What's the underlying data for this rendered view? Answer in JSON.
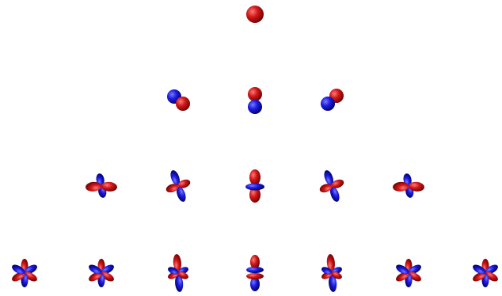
{
  "colors": {
    "positive": "#d01818",
    "positive_light": "#ff6a6a",
    "positive_dark": "#7a0000",
    "negative": "#1c1ce0",
    "negative_light": "#6f6fff",
    "negative_dark": "#00007a",
    "background": "#ffffff"
  },
  "rows": [
    {
      "l": 0,
      "orbitals": [
        {
          "m": 0,
          "shape": "sphere"
        }
      ]
    },
    {
      "l": 1,
      "orbitals": [
        {
          "m": -1,
          "shape": "p-diag-left"
        },
        {
          "m": 0,
          "shape": "p-vertical"
        },
        {
          "m": 1,
          "shape": "p-diag-right"
        }
      ]
    },
    {
      "l": 2,
      "orbitals": [
        {
          "m": -2,
          "shape": "d-horizontal"
        },
        {
          "m": -1,
          "shape": "d-tilted"
        },
        {
          "m": 0,
          "shape": "dz2"
        },
        {
          "m": 1,
          "shape": "d-tilted"
        },
        {
          "m": 2,
          "shape": "d-horizontal"
        }
      ]
    },
    {
      "l": 3,
      "orbitals": [
        {
          "m": -3,
          "shape": "f-star"
        },
        {
          "m": -2,
          "shape": "f-star"
        },
        {
          "m": -1,
          "shape": "f-tall"
        },
        {
          "m": 0,
          "shape": "fz3"
        },
        {
          "m": 1,
          "shape": "f-tall"
        },
        {
          "m": 2,
          "shape": "f-star"
        },
        {
          "m": 3,
          "shape": "f-star"
        }
      ]
    }
  ]
}
